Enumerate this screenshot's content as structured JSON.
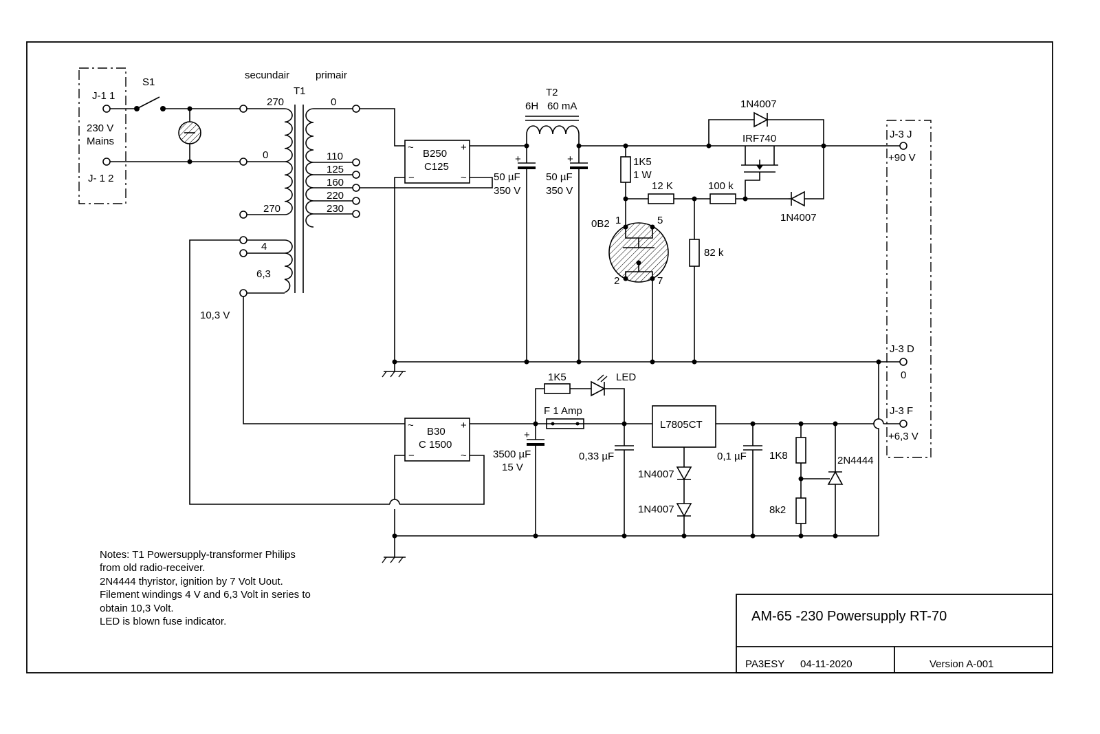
{
  "title_block": {
    "title": "AM-65 -230  Powersupply RT-70",
    "author": "PA3ESY",
    "date": "04-11-2020",
    "version": "Version   A-001"
  },
  "connectors": {
    "j1_pin1": "J-1  1",
    "j1_pin2": "J- 1  2",
    "mains_voltage": "230 V",
    "mains_label": "Mains",
    "j3j_id": "J-3  J",
    "j3j_value": "+90 V",
    "j3d_id": "J-3  D",
    "j3d_value": "0",
    "j3f_id": "J-3  F",
    "j3f_value": "+6,3 V"
  },
  "switch": {
    "label": "S1"
  },
  "transformer_t1": {
    "name": "T1",
    "secondary_label": "secundair",
    "primary_label": "primair",
    "tap_270_top": "270",
    "tap_0_left": "0",
    "tap_270_bottom": "270",
    "tap_0_right": "0",
    "tap_110": "110",
    "tap_125": "125",
    "tap_160": "160",
    "tap_220": "220",
    "tap_230": "230",
    "tap_4": "4",
    "tap_63": "6,3",
    "filament_total": "10,3 V"
  },
  "choke_t2": {
    "name": "T2",
    "spec_l": "6H",
    "spec_i": "60 mA"
  },
  "rectifiers": {
    "b250_line1": "B250",
    "b250_line2": "C125",
    "b30_line1": "B30",
    "b30_line2": "C 1500"
  },
  "capacitors": {
    "c1_value": "50 µF",
    "c1_voltage": "350 V",
    "c2_value": "50 µF",
    "c2_voltage": "350 V",
    "c3_value": "3500 µF",
    "c3_voltage": "15 V",
    "c4_value": "0,33 µF",
    "c5_value": "0,1 µF"
  },
  "resistors": {
    "r1_value": "1K5",
    "r1_power": "1 W",
    "r2_value": "12 K",
    "r3_value": "100 k",
    "r4_value": "82 k",
    "r5_value": "1K5",
    "r6_value": "1K8",
    "r7_value": "8k2"
  },
  "semis": {
    "d_top": "1N4007",
    "d_bottom": "1N4007",
    "mosfet": "IRF740",
    "regulator": "L7805CT",
    "d_reg1": "1N4007",
    "d_reg2": "1N4007",
    "thyristor": "2N4444",
    "led": "LED",
    "fuse": "F 1 Amp",
    "tube": "0B2",
    "tube_pin1": "1",
    "tube_pin5": "5",
    "tube_pin2": "2",
    "tube_pin7": "7"
  },
  "notes": [
    "Notes: T1 Powersupply-transformer Philips",
    "from old radio-receiver.",
    "2N4444 thyristor, ignition by 7 Volt Uout.",
    "Filement windings 4 V and 6,3 Volt in series to",
    "obtain 10,3 Volt.",
    "LED is blown fuse indicator."
  ]
}
